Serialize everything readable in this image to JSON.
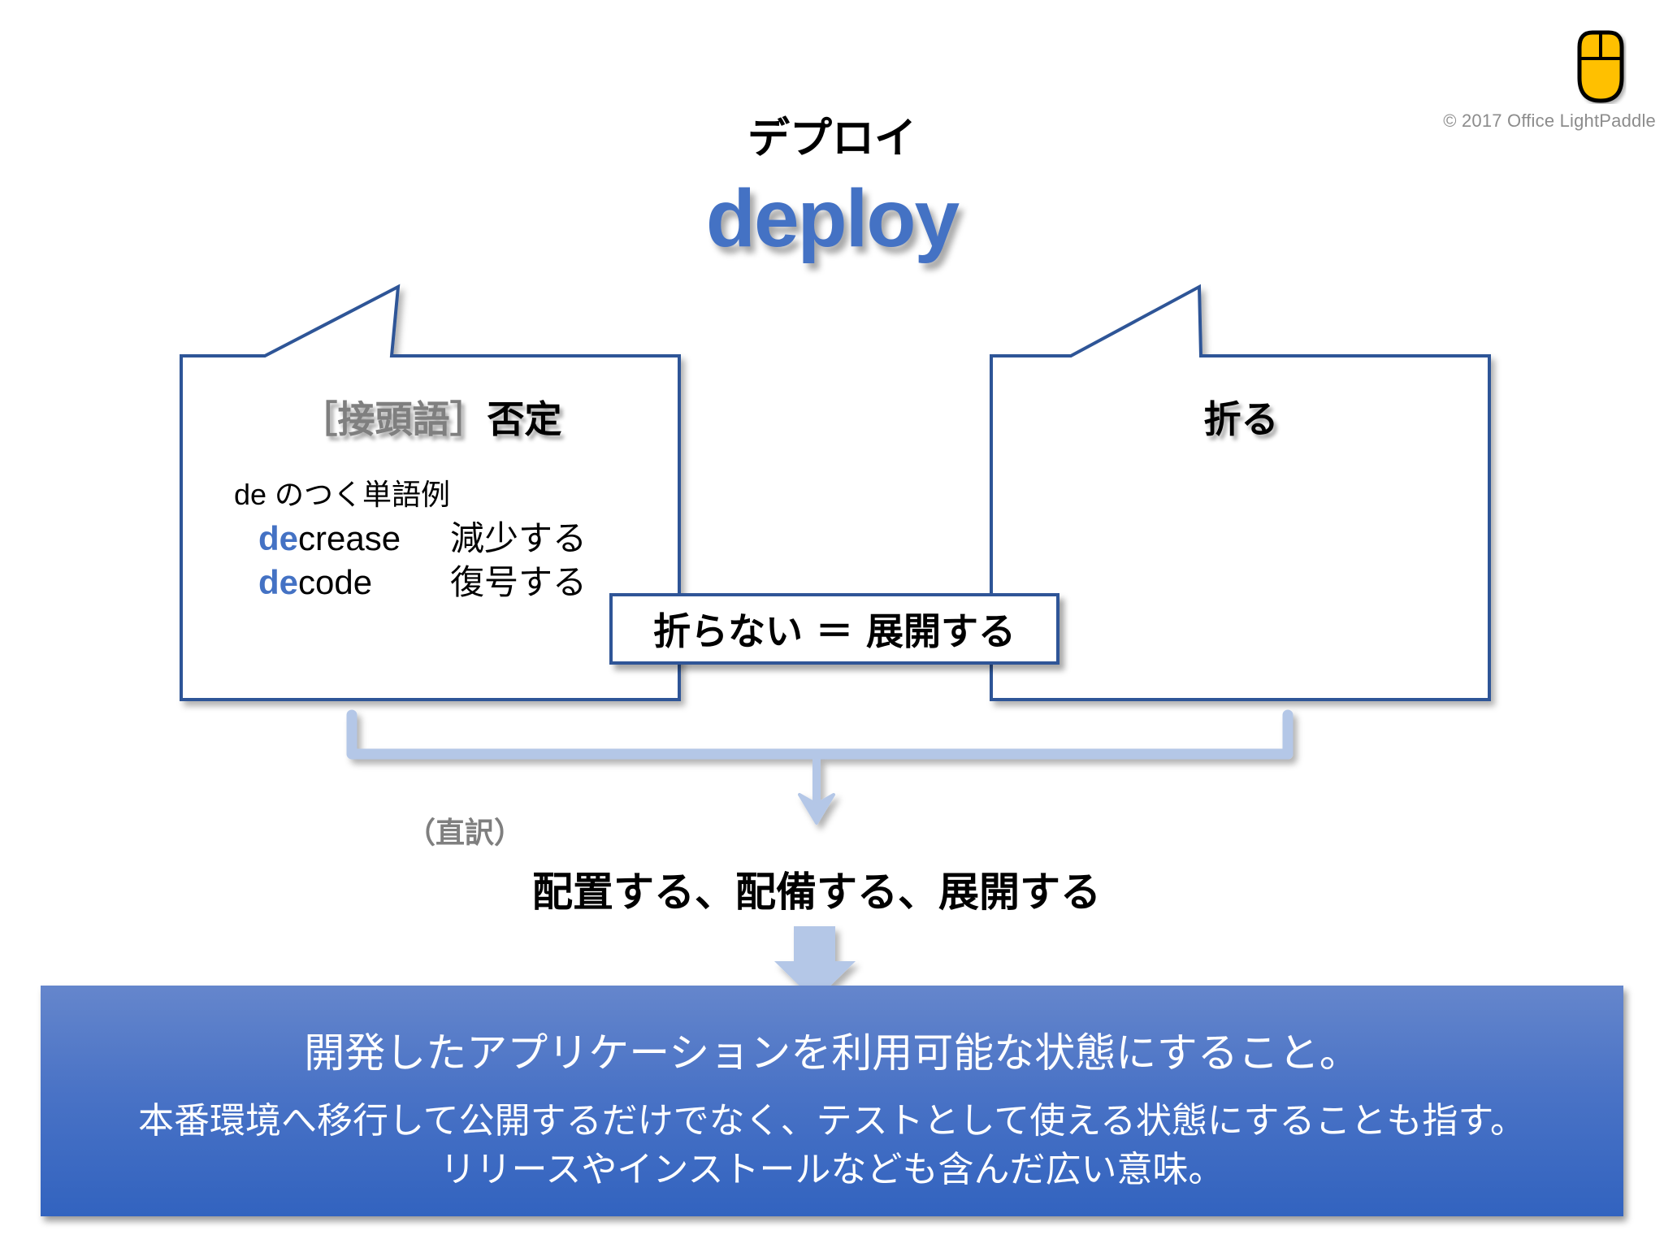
{
  "header": {
    "title_ja": "デプロイ",
    "title_en": "deploy",
    "copyright": "© 2017 Office LightPaddle",
    "logo_icon": "mouse-icon"
  },
  "left_bubble": {
    "prefix_tag": "［接頭語］",
    "heading": "否定",
    "examples_caption": "de のつく単語例",
    "examples": [
      {
        "prefix": "de",
        "rest": "crease",
        "meaning": "減少する"
      },
      {
        "prefix": "de",
        "rest": "code",
        "meaning": "復号する"
      }
    ]
  },
  "right_bubble": {
    "heading": "折る"
  },
  "center_box": {
    "text": "折らない ＝ 展開する"
  },
  "translation": {
    "label": "（直訳）",
    "text": "配置する、配備する、展開する"
  },
  "definition": {
    "main": "開発したアプリケーションを利用可能な状態にすること。",
    "sub_line1": "本番環境へ移行して公開するだけでなく、テストとして使える状態にすることも指す。",
    "sub_line2": "リリースやインストールなども含んだ広い意味。"
  },
  "colors": {
    "accent_blue": "#4472c4",
    "border_navy": "#2f5597",
    "connector": "#b4c7e7",
    "definition_bg": "#4a73c6",
    "logo_yellow": "#ffc000"
  }
}
